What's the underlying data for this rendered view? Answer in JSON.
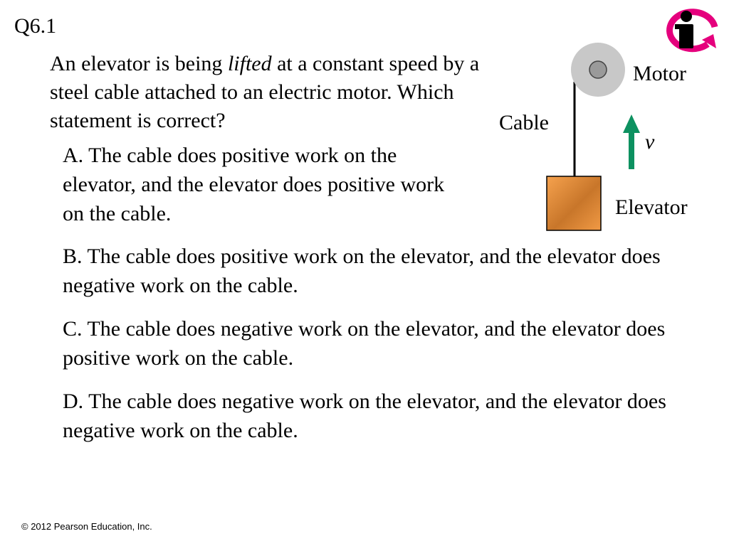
{
  "slide": {
    "number": "Q6.1",
    "question_parts": [
      "An elevator is being ",
      "lifted",
      " at a constant speed by a steel cable attached to an electric motor. Which statement is correct?"
    ],
    "options": [
      "A. The cable does positive work on the elevator, and the elevator does positive work on the cable.",
      "B. The cable does positive work on the elevator, and the elevator does negative work on the cable.",
      "C. The cable does negative work on the elevator, and the elevator does positive work on the cable.",
      "D. The cable does negative work on the elevator, and the elevator does negative work on the cable."
    ],
    "copyright": "© 2012 Pearson Education, Inc."
  },
  "diagram": {
    "labels": {
      "motor": "Motor",
      "cable": "Cable",
      "velocity": "v",
      "elevator": "Elevator"
    },
    "colors": {
      "motor_disk": "#c8c8c8",
      "motor_hub": "#9a9a9a",
      "cable": "#000000",
      "arrow": "#0d9160",
      "elevator_light": "#f6a24e",
      "elevator_dark": "#c8762a"
    }
  },
  "logo": {
    "icon": "info-i-logo",
    "colors": {
      "circle": "#e5007d",
      "figure": "#000000"
    }
  }
}
